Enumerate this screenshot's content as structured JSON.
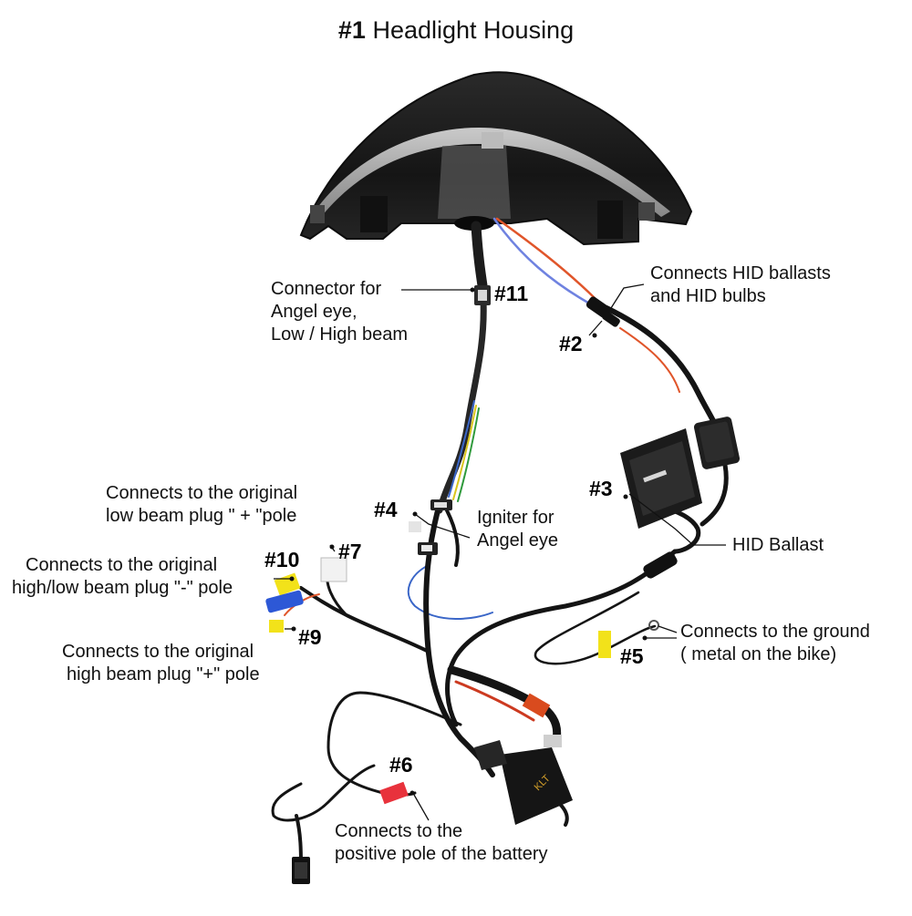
{
  "title": {
    "number": "#1",
    "text": "Headlight Housing"
  },
  "callouts": {
    "c11": {
      "number": "#11",
      "text": [
        "Connector for",
        "Angel eye,",
        "Low  / High beam"
      ]
    },
    "c2": {
      "number": "#2",
      "text": [
        "Connects HID ballasts",
        "and HID bulbs"
      ]
    },
    "c3": {
      "number": "#3",
      "text": [
        "HID Ballast"
      ]
    },
    "c4": {
      "number": "#4",
      "text": [
        "Igniter for",
        "Angel eye"
      ]
    },
    "c5": {
      "number": "#5",
      "text": [
        "Connects to the ground",
        "( metal on the bike)"
      ]
    },
    "c6": {
      "number": "#6",
      "text": [
        "Connects to the",
        "positive pole of the battery"
      ]
    },
    "c7": {
      "number": "#7",
      "text": [
        "Connects to the original",
        "low beam plug \" + \"pole"
      ]
    },
    "c9": {
      "number": "#9",
      "text": [
        "Connects to the original",
        "high beam plug \"+\" pole"
      ]
    },
    "c10": {
      "number": "#10",
      "text": [
        "Connects to the original",
        "high/low beam plug \"-\" pole"
      ]
    }
  },
  "relay_label": "KLT",
  "colors": {
    "wire": "#141414",
    "red_tag": "#e8323c",
    "yellow_tag": "#f2e21a",
    "blue_tag": "#2d58d6",
    "housing": "#1c1c1c"
  }
}
